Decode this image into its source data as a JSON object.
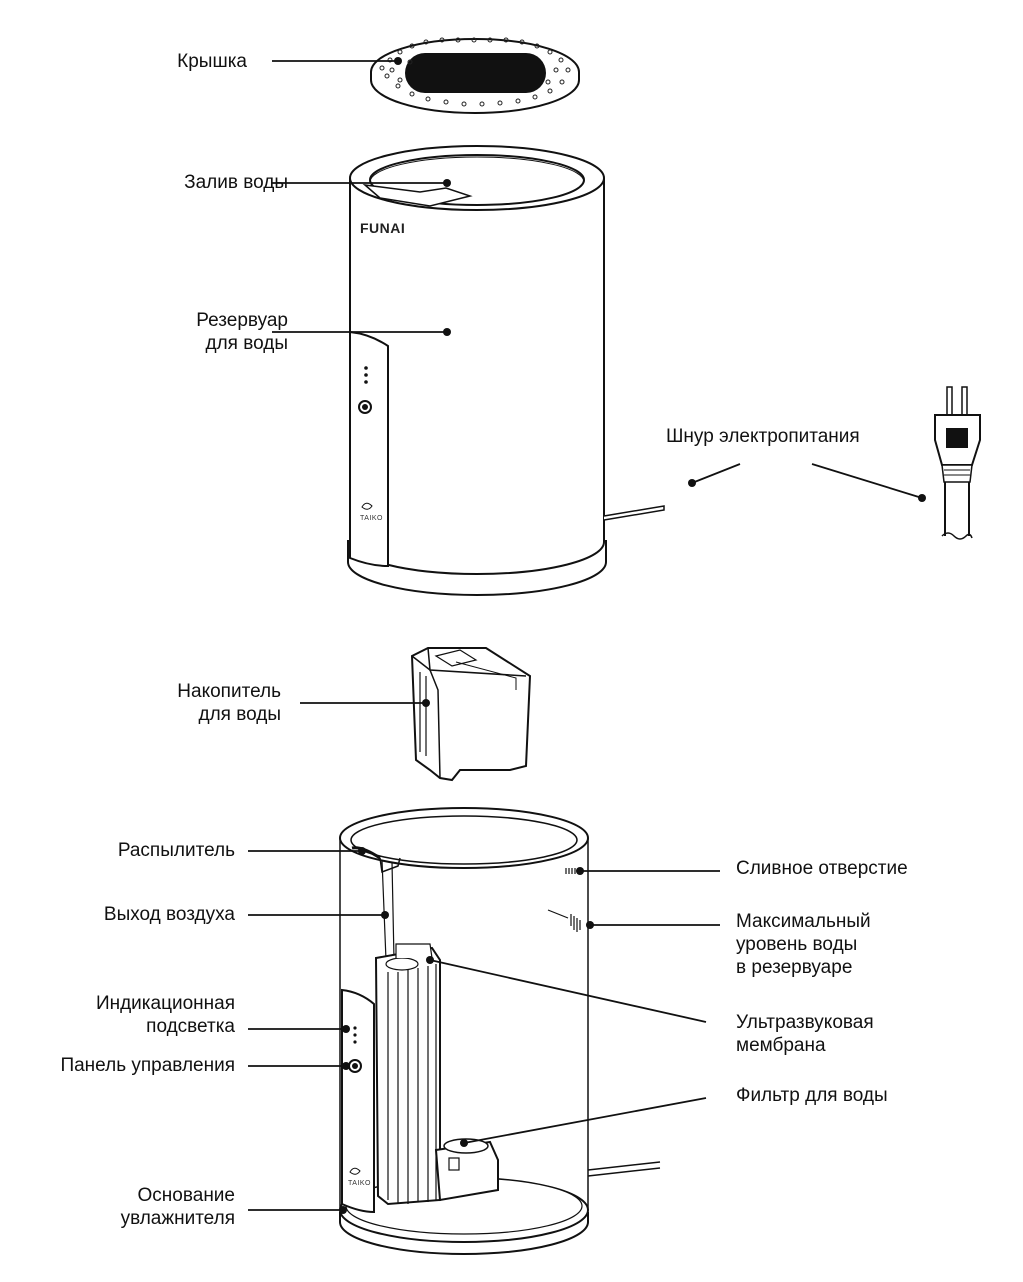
{
  "labels": {
    "lid": [
      "Крышка"
    ],
    "water_fill": [
      "Залив воды"
    ],
    "reservoir": [
      "Резервуар",
      "для воды"
    ],
    "power_cord": [
      "Шнур электропитания"
    ],
    "accumulator": [
      "Накопитель",
      "для воды"
    ],
    "atomizer": [
      "Распылитель"
    ],
    "air_outlet": [
      "Выход воздуха"
    ],
    "indicator": [
      "Индикационная",
      "подсветка"
    ],
    "control_panel": [
      "Панель управления"
    ],
    "base": [
      "Основание",
      "увлажнителя"
    ],
    "drain": [
      "Сливное отверстие"
    ],
    "max_level": [
      "Максимальный",
      "уровень воды",
      "в резервуаре"
    ],
    "membrane": [
      "Ультразвуковая",
      "мембрана"
    ],
    "filter": [
      "Фильтр для воды"
    ]
  },
  "brand": "FUNAI",
  "logo_text": "TAIKO",
  "colors": {
    "line": "#111111",
    "body": "#ffffff",
    "dark": "#1a1a1a",
    "grey": "#cccccc"
  }
}
